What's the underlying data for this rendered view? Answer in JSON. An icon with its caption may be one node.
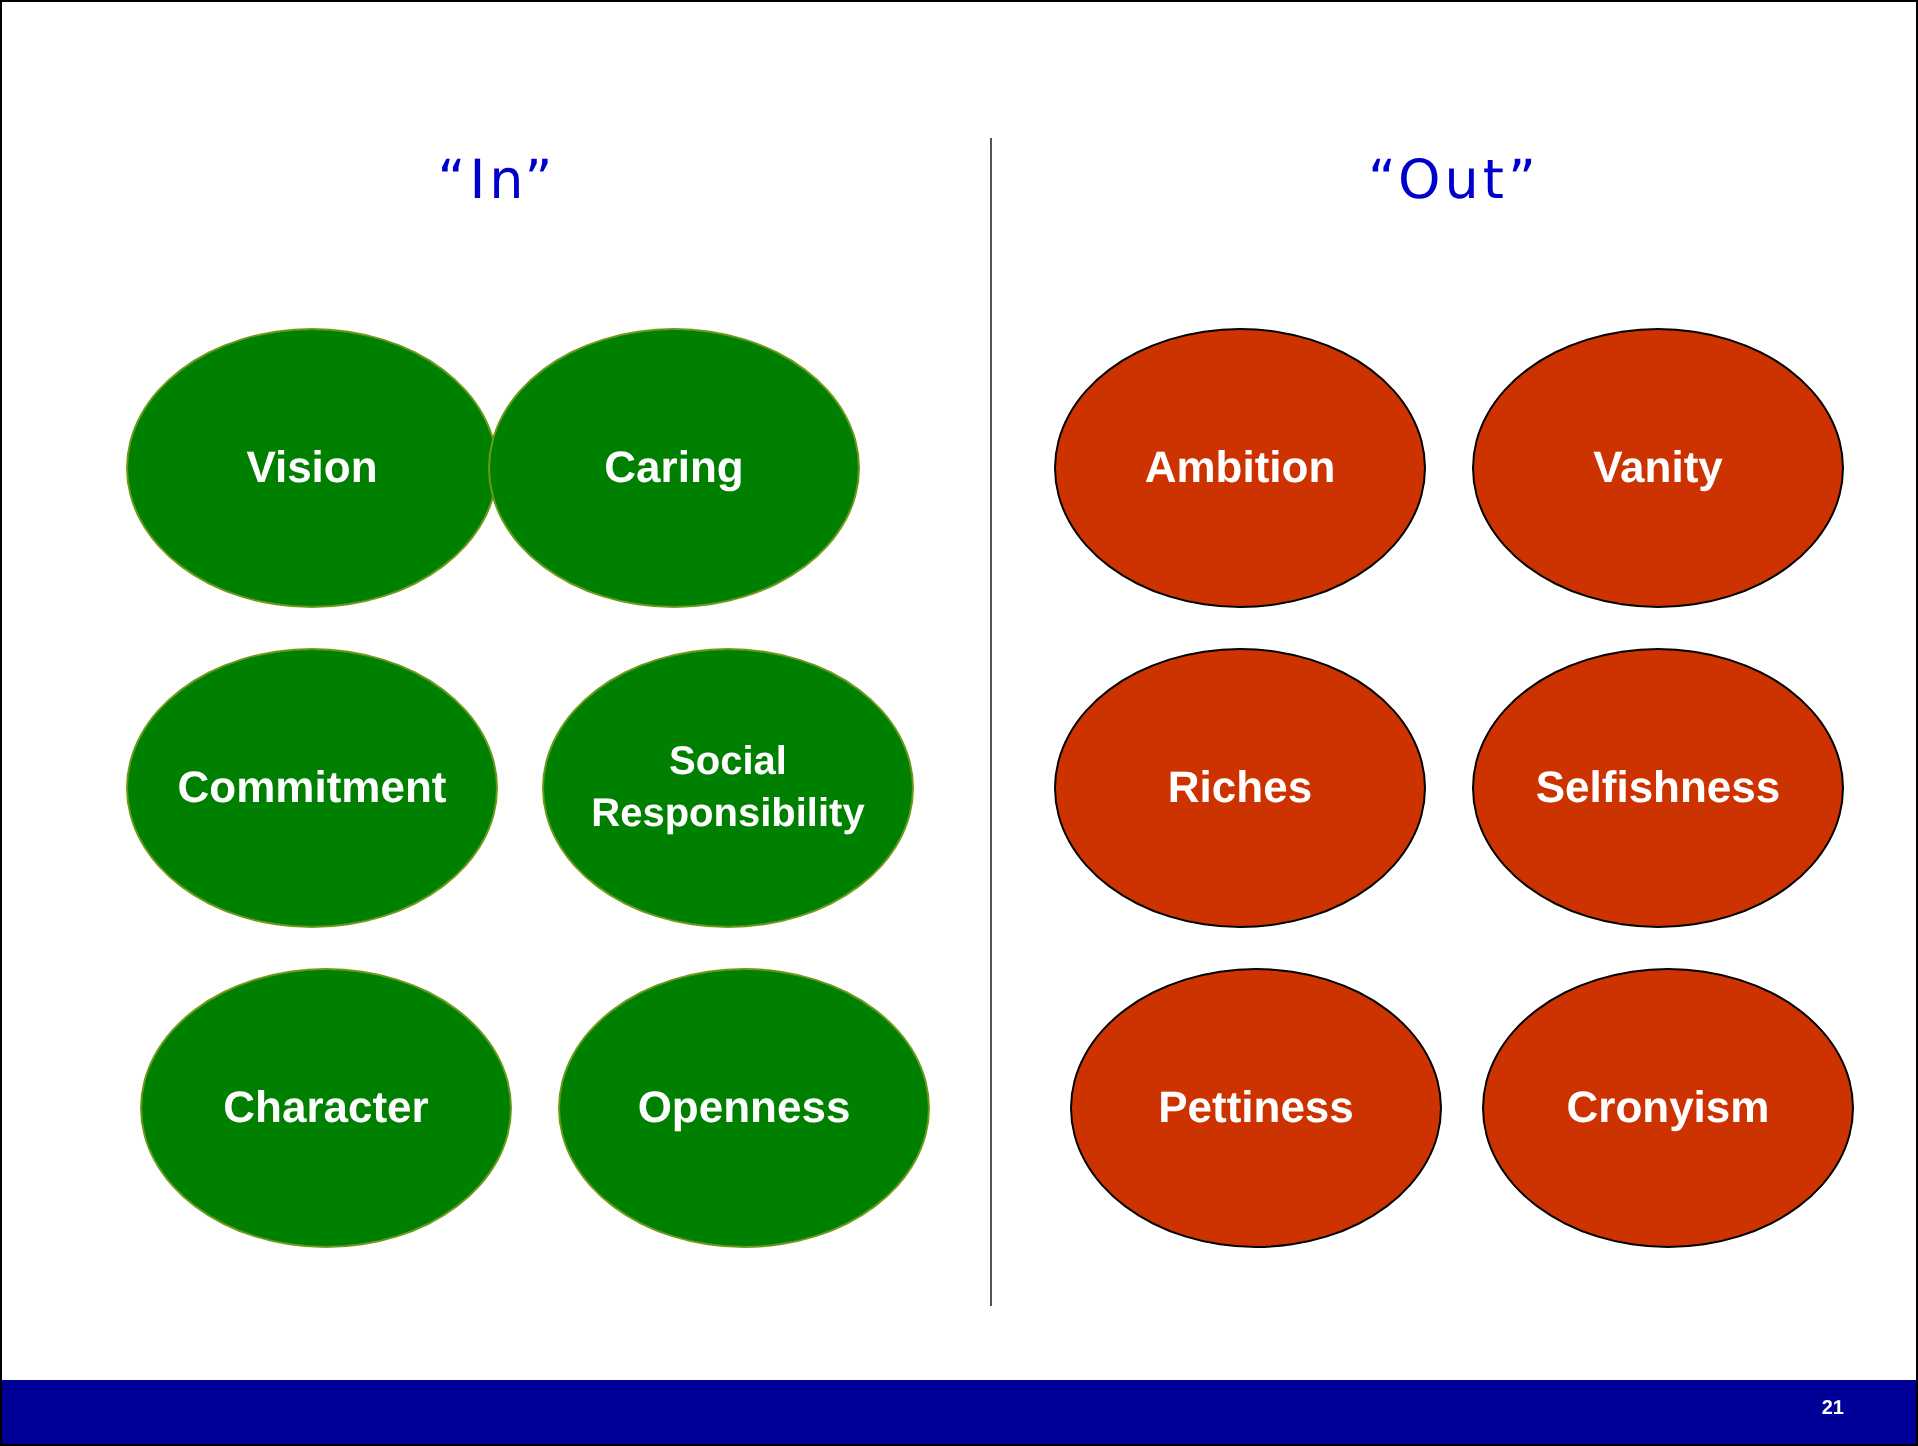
{
  "diagram": {
    "nodes": [
      {
        "text": [
          "Vision"
        ]
      },
      {
        "text": [
          "Caring"
        ]
      },
      {
        "text": [
          "Commitment"
        ]
      },
      {
        "text": [
          "Social Responsibility"
        ]
      },
      {
        "text": [
          "Character"
        ]
      },
      {
        "text": [
          "Openness"
        ]
      },
      {
        "text": [
          "Ambition"
        ]
      },
      {
        "text": [
          "Vanity"
        ]
      },
      {
        "text": [
          "Riches"
        ]
      },
      {
        "text": [
          "Selfishness"
        ]
      },
      {
        "text": [
          "Pettiness"
        ]
      },
      {
        "text": [
          "Cronyism"
        ]
      }
    ],
    "labels": [
      "“In”",
      "“Out”",
      "21"
    ]
  }
}
